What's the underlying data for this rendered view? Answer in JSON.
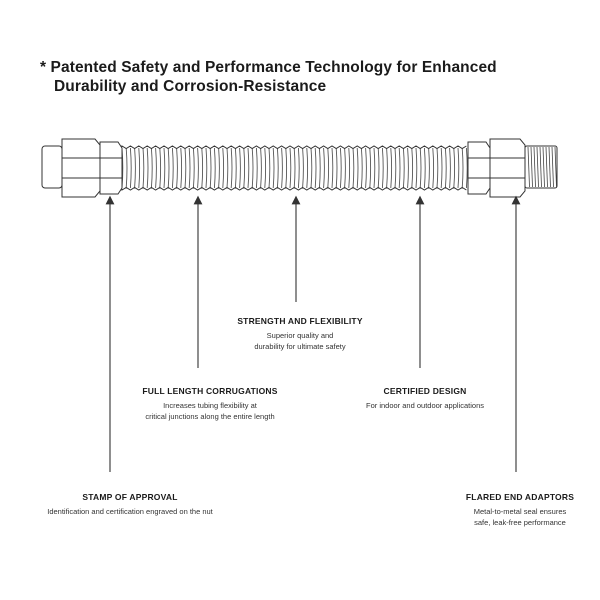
{
  "heading": {
    "line1": "* Patented Safety and Performance Technology for Enhanced",
    "line2": "Durability and Corrosion-Resistance"
  },
  "callouts": {
    "strength": {
      "title": "STRENGTH AND FLEXIBILITY",
      "desc_line1": "Superior quality and",
      "desc_line2": "durability for ultimate safety"
    },
    "corrugations": {
      "title": "FULL LENGTH CORRUGATIONS",
      "desc_line1": "Increases tubing flexibility at",
      "desc_line2": "critical junctions along the entire length"
    },
    "certified": {
      "title": "CERTIFIED DESIGN",
      "desc_line1": "For indoor and outdoor applications"
    },
    "stamp": {
      "title": "STAMP OF APPROVAL",
      "desc_line1": "Identification and certification engraved on the nut"
    },
    "flared": {
      "title": "FLARED END ADAPTORS",
      "desc_line1": "Metal-to-metal seal ensures",
      "desc_line2": "safe, leak-free performance"
    }
  },
  "colors": {
    "outline": "#333333",
    "text": "#1a1a1a"
  }
}
